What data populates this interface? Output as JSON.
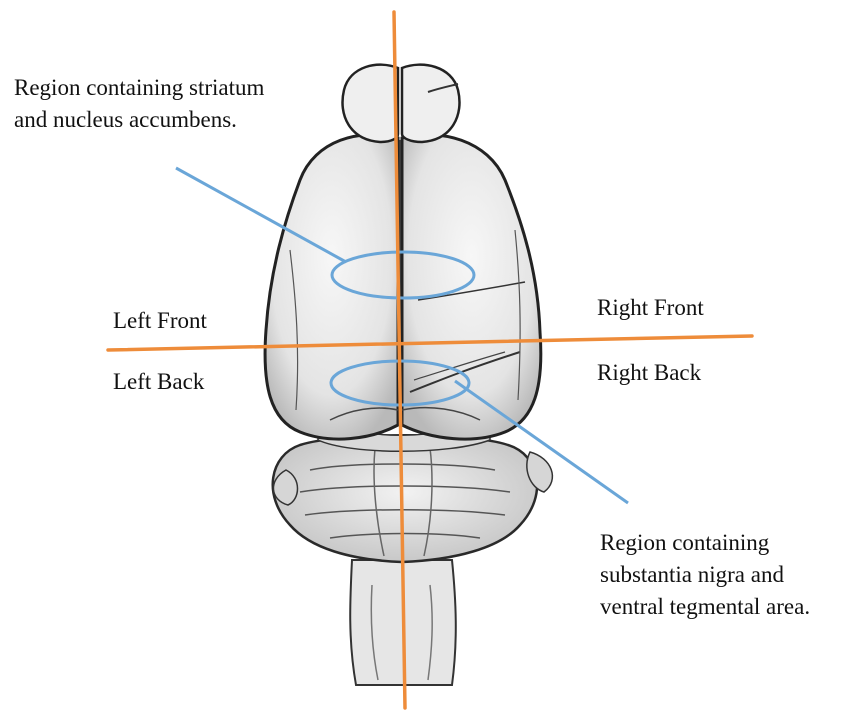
{
  "labels": {
    "striatum_line1": "Region containing striatum",
    "striatum_line2": "and nucleus accumbens.",
    "left_front": "Left Front",
    "left_back": "Left Back",
    "right_front": "Right Front",
    "right_back": "Right Back",
    "nigra_line1": "Region containing",
    "nigra_line2": "substantia nigra and",
    "nigra_line3": "ventral tegmental area."
  },
  "colors": {
    "axis_lines": "#ee8c3a",
    "region_markers": "#6aa6d8",
    "brain_fill": "#efefef",
    "brain_outline": "#2a2a2a"
  }
}
